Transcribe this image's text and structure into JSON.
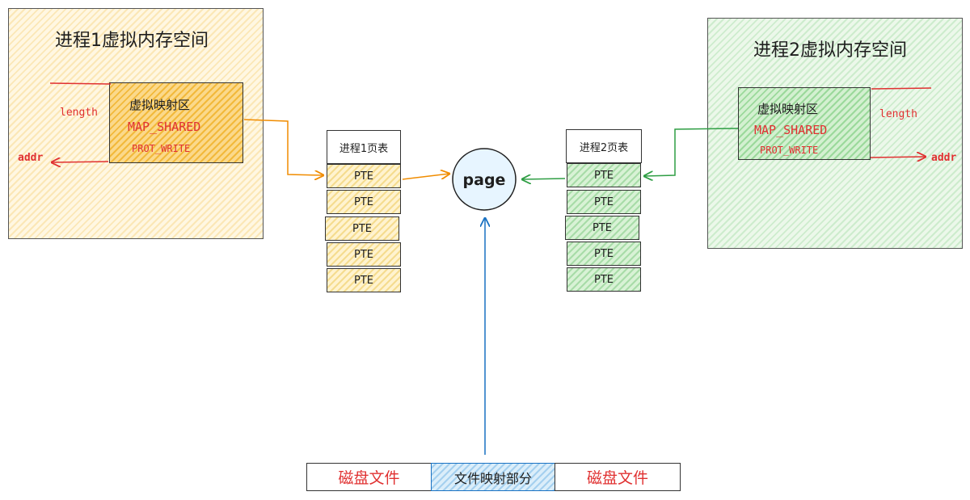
{
  "process1": {
    "title": "进程1虚拟内存空间",
    "region": {
      "title": "虚拟映射区",
      "flag_shared": "MAP_SHARED",
      "flag_write": "PROT_WRITE"
    },
    "length_label": "length",
    "addr_label": "addr",
    "page_table": {
      "title": "进程1页表",
      "entries": [
        "PTE",
        "PTE",
        "PTE",
        "PTE",
        "PTE"
      ]
    }
  },
  "process2": {
    "title": "进程2虚拟内存空间",
    "region": {
      "title": "虚拟映射区",
      "flag_shared": "MAP_SHARED",
      "flag_write": "PROT_WRITE"
    },
    "length_label": "length",
    "addr_label": "addr",
    "page_table": {
      "title": "进程2页表",
      "entries": [
        "PTE",
        "PTE",
        "PTE",
        "PTE",
        "PTE"
      ]
    }
  },
  "page": {
    "label": "page"
  },
  "disk": {
    "left_label": "磁盘文件",
    "mapped_label": "文件映射部分",
    "right_label": "磁盘文件"
  },
  "colors": {
    "red": "#e03131",
    "orange_arrow": "#f08c00",
    "green_arrow": "#2f9e44",
    "blue_arrow": "#1971c2"
  }
}
